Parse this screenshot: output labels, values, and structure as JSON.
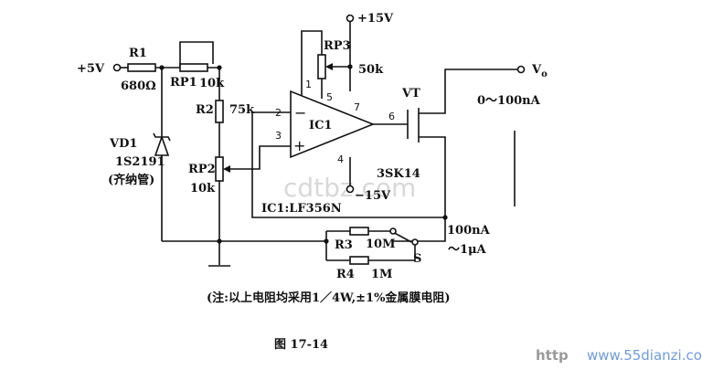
{
  "labels": {
    "supply_in": "+5V",
    "r1": "R1",
    "r1_val": "680Ω",
    "rp1": "RP1",
    "rp1_val": "10k",
    "r2": "R2",
    "r2_val": "75k",
    "rp2": "RP2",
    "rp2_val": "10k",
    "vd1": "VD1",
    "vd1_part": "1S2191",
    "vd1_note": "(齐纳管)",
    "rp3": "RP3",
    "rp3_val": "50k",
    "vplus": "+15V",
    "vminus": "−15V",
    "ic": "IC1",
    "ic_note": "IC1:LF356N",
    "vt": "VT",
    "vt_part": "3SK14",
    "vout": "V",
    "vout_sub": "o",
    "range_out": "0～100nA",
    "r3": "R3",
    "r3_val": "10M",
    "r4": "R4",
    "r4_val": "1M",
    "switch": "S",
    "range_a": "100nA",
    "range_b": "～1μA",
    "note": "(注:以上电阻均采用1／4W,±1%金属膜电阻)",
    "caption": "图 17-14"
  },
  "pins": {
    "p1": "1",
    "p2": "2",
    "p3": "3",
    "p4": "4",
    "p5": "5",
    "p6": "6",
    "p7": "7",
    "minus": "−",
    "plus": "+"
  },
  "watermark": {
    "center": "cdtbz.com",
    "url_prefix": "http",
    "url_domain": "www.55dianzi.com"
  }
}
